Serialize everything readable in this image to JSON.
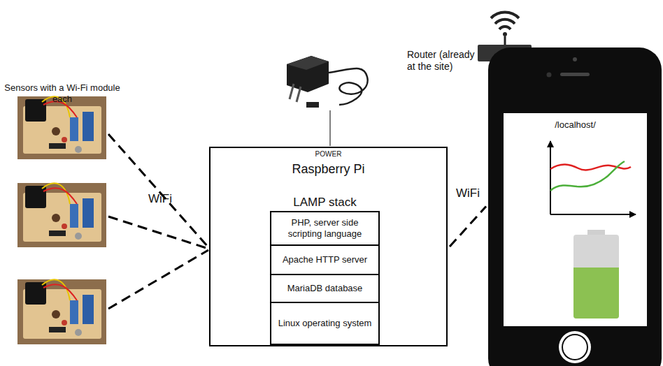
{
  "diagram": {
    "nodes": [
      {
        "text": [
          "POWER",
          "Raspberry Pi"
        ]
      },
      {
        "text": [
          "LAMP stack"
        ],
        "in": 0
      },
      {
        "text": [
          "PHP, server side scripting language"
        ],
        "in": 1
      },
      {
        "text": [
          "Apache HTTP server"
        ],
        "in": 1
      },
      {
        "text": [
          "MariaDB database"
        ],
        "in": 1
      },
      {
        "text": [
          "Linux operating system"
        ],
        "in": 1
      },
      {
        "text": [
          "/localhost/"
        ]
      }
    ],
    "edges": [
      {
        "from": 0,
        "to": 6,
        "arrow": "none",
        "label": "WiFi"
      }
    ],
    "labels": [
      "Sensors with a Wi-Fi module each",
      "WiFi",
      "Router (already at the site)"
    ]
  }
}
